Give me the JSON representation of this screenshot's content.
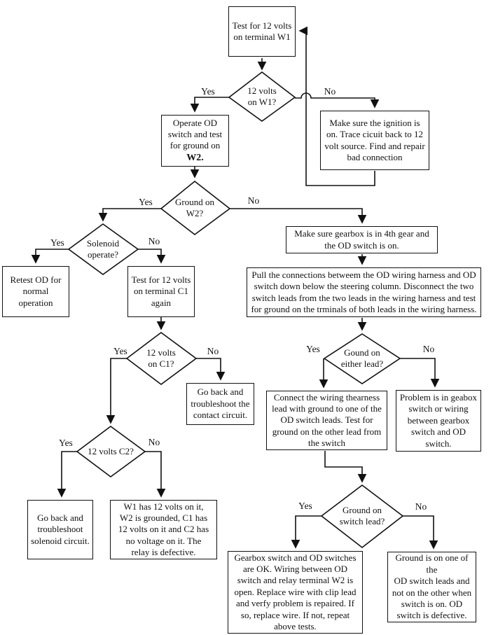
{
  "diagram_title": "OD switch troubleshooting flowchart",
  "colors": {
    "ink": "#111111",
    "background": "#ffffff"
  },
  "nodes": {
    "test_w1": {
      "text": "Test for 12 volts\non terminal W1"
    },
    "q_12v_w1": {
      "text": "12 volts\non W1?"
    },
    "operate_od": {
      "text": "Operate OD\nswitch and test\nfor ground on",
      "emphasis": "W2."
    },
    "ignition": {
      "text": "Make sure the ignition is\non. Trace cicuit back to 12\nvolt source.  Find and repair\nbad connection"
    },
    "q_ground_w2": {
      "text": "Ground on\nW2?"
    },
    "q_solenoid": {
      "text": "Solenoid\noperate?"
    },
    "retest": {
      "text": "Retest OD for\nnormal\noperation"
    },
    "test_c1": {
      "text": "Test for 12 volts\non terminal C1\nagain"
    },
    "gearbox_4th": {
      "text": "Make sure gearbox is in 4th gear and\nthe OD switch is on."
    },
    "pull_connections": {
      "text": "Pull the connections betweem the OD wiring harness and OD\nswitch down below the steering column.  Disconnect the two\nswitch leads from the two leads in the wiring harness and test\nfor ground on the trminals of both leads in the wiring harness."
    },
    "q_12v_c1": {
      "text": "12 volts\non C1?"
    },
    "go_back_contact": {
      "text": "Go back and\ntroubleshoot the\ncontact circuit."
    },
    "q_ground_either": {
      "text": "Gound on\neither lead?"
    },
    "connect_harness": {
      "text": "Connect the wiring thearness\nlead with ground to one of the\nOD switch leads.  Test for\nground on the other lead from\nthe switch"
    },
    "problem_gearbox": {
      "text": "Problem is in geabox\nswitch or wiring\nbetween gearbox\nswitch and OD\nswitch."
    },
    "q_12v_c2": {
      "text": "12 volts C2?"
    },
    "go_back_solenoid": {
      "text": "Go back and\ntroubleshoot\nsolenoid circuit."
    },
    "relay_defective": {
      "text": "W1 has 12 volts on it,\nW2 is grounded, C1 has\n12 volts on it and C2 has\nno voltage on it.   The\nrelay is defective."
    },
    "q_ground_switch": {
      "text": "Ground on\nswitch lead?"
    },
    "gearbox_ok": {
      "text": "Gearbox switch and OD switches\nare OK.  Wiring between OD\nswitch and relay terminal W2 is\nopen. Replace wire with clip lead\nand verfy problem is repaired.  If\nso, replace wire.  If not, repeat\nabove tests."
    },
    "od_defective": {
      "text": "Ground is on one of the\nOD switch leads and\nnot on the other when\nswitch is on.  OD\nswitch is defective."
    }
  },
  "labels": {
    "w1_yes": "Yes",
    "w1_no": "No",
    "w2_yes": "Yes",
    "w2_no": "No",
    "solenoid_yes": "Yes",
    "solenoid_no": "No",
    "c1_yes": "Yes",
    "c1_no": "No",
    "c2_yes": "Yes",
    "c2_no": "No",
    "either_yes": "Yes",
    "either_no": "No",
    "switch_yes": "Yes",
    "switch_no": "No"
  }
}
